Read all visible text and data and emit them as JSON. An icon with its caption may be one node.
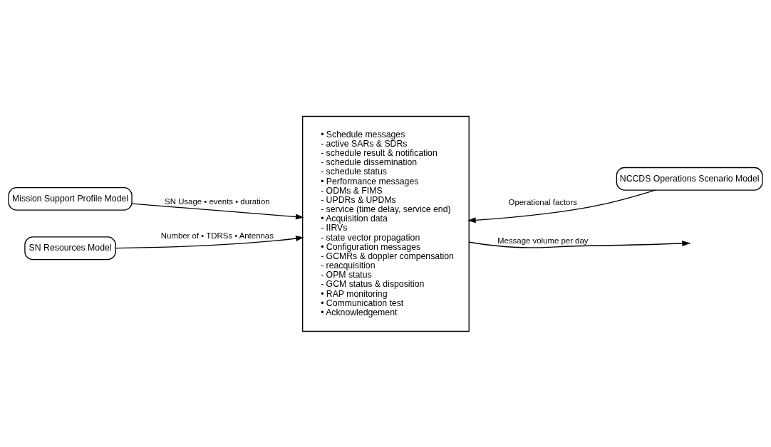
{
  "diagram": {
    "nodes": [
      {
        "text": [
          "Mission Support Profile Model"
        ]
      },
      {
        "text": [
          "NCCDS Operations Scenario Model"
        ]
      },
      {
        "text": [
          "• Schedule messages",
          "- active SARs & SDRs",
          "- schedule result & notification",
          "- schedule dissemination",
          "- schedule status",
          "• Performance messages",
          "- ODMs & FIMS",
          "- UPDRs & UPDMs",
          "- service (time delay, service end)",
          "• Acquisition data",
          "- IIRVs",
          "- state vector propagation",
          "• Configuration messages",
          "- GCMRs & doppler compensation",
          "- reacquisition",
          "- OPM status",
          "- GCM status & disposition",
          "• RAP monitoring",
          "• Communication test",
          "• Acknowledgement"
        ]
      },
      {
        "text": [
          "SN Resources Model"
        ]
      }
    ],
    "edges": [
      {
        "from": 0,
        "to": 2,
        "arrow": "to",
        "label": "SN Usage • events • duration"
      },
      {
        "from": 1,
        "to": 2,
        "arrow": "to",
        "label": "Operational factors"
      },
      {
        "from": 3,
        "to": 2,
        "arrow": "to",
        "label": "Number of • TDRSs • Antennas"
      },
      {
        "from": 2,
        "to": null,
        "arrow": "to",
        "label": "Message volume per day"
      }
    ]
  }
}
